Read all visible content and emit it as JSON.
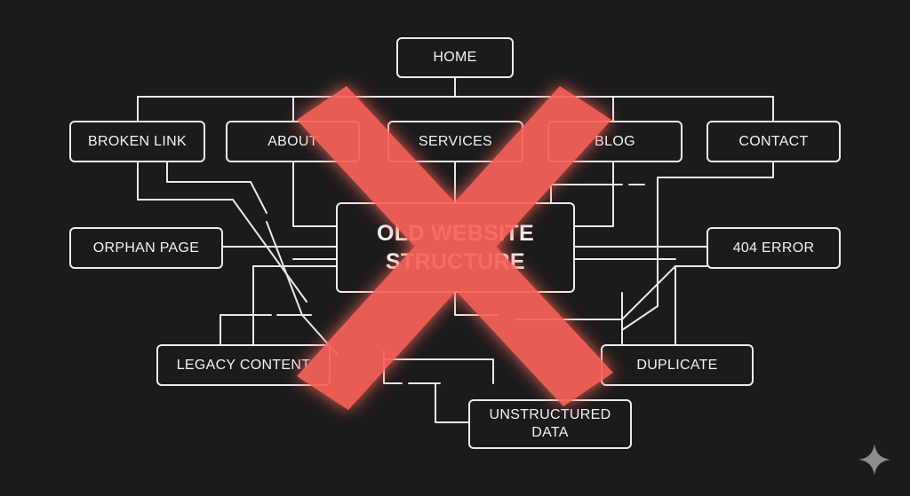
{
  "nodes": {
    "home": "HOME",
    "broken_link": "BROKEN LINK",
    "about": "ABOUT",
    "services": "SERVICES",
    "blog": "BLOG",
    "contact": "CONTACT",
    "center": "OLD WEBSITE\nSTRUCTURE",
    "orphan_page": "ORPHAN PAGE",
    "error_404": "404 ERROR",
    "legacy_content": "LEGACY CONTENT",
    "duplicate": "DUPLICATE",
    "unstructured_data": "UNSTRUCTURED\nDATA"
  },
  "colors": {
    "background": "#1c1b1b",
    "line": "#ececec",
    "cross": "#f7645a"
  },
  "icons": {
    "cross": "x-mark-icon",
    "sparkle": "sparkle-icon"
  }
}
